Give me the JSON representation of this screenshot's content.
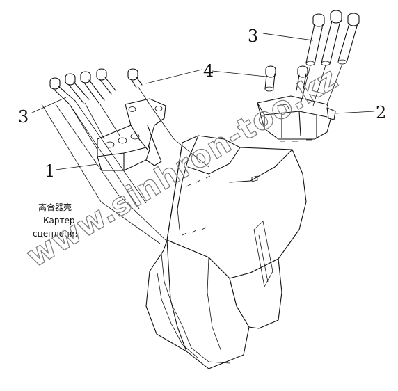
{
  "callouts": {
    "c1": "1",
    "c2": "2",
    "c3_left": "3",
    "c3_top": "3",
    "c4": "4"
  },
  "housing_label": {
    "zh": "离合器壳",
    "ru_line1": "Картер",
    "ru_line2": "сцепления"
  },
  "watermark": "www.sinhron-too.kz"
}
